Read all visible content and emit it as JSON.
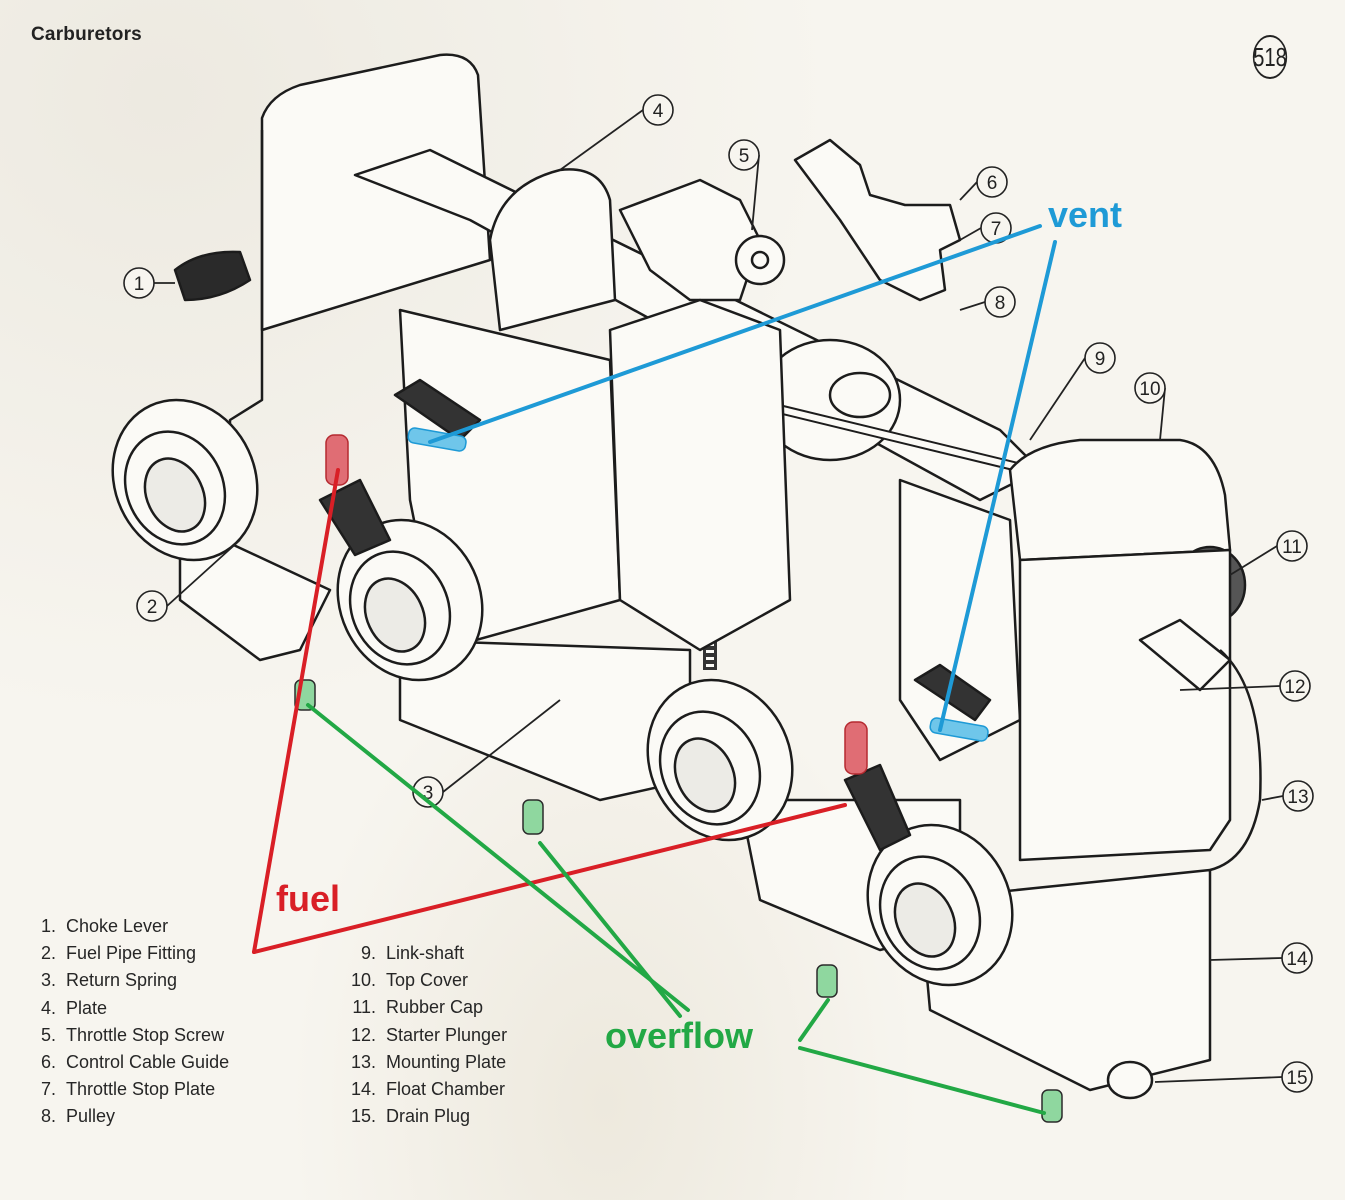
{
  "page": {
    "title": "Carburetors",
    "page_number": "518"
  },
  "callouts": [
    {
      "number": "1",
      "part": "Choke Lever"
    },
    {
      "number": "2",
      "part": "Fuel Pipe Fitting"
    },
    {
      "number": "3",
      "part": "Return Spring"
    },
    {
      "number": "4",
      "part": "Plate"
    },
    {
      "number": "5",
      "part": "Throttle Stop Screw"
    },
    {
      "number": "6",
      "part": "Control Cable Guide"
    },
    {
      "number": "7",
      "part": "Throttle Stop Plate"
    },
    {
      "number": "8",
      "part": "Pulley"
    },
    {
      "number": "9",
      "part": "Link-shaft"
    },
    {
      "number": "10",
      "part": "Top Cover"
    },
    {
      "number": "11",
      "part": "Rubber Cap"
    },
    {
      "number": "12",
      "part": "Starter Plunger"
    },
    {
      "number": "13",
      "part": "Mounting Plate"
    },
    {
      "number": "14",
      "part": "Float Chamber"
    },
    {
      "number": "15",
      "part": "Drain Plug"
    }
  ],
  "legend": {
    "left": [
      {
        "num": "1.",
        "label": "Choke Lever"
      },
      {
        "num": "2.",
        "label": "Fuel Pipe Fitting"
      },
      {
        "num": "3.",
        "label": "Return Spring"
      },
      {
        "num": "4.",
        "label": "Plate"
      },
      {
        "num": "5.",
        "label": "Throttle Stop Screw"
      },
      {
        "num": "6.",
        "label": "Control Cable Guide"
      },
      {
        "num": "7.",
        "label": "Throttle Stop Plate"
      },
      {
        "num": "8.",
        "label": "Pulley"
      }
    ],
    "right": [
      {
        "num": "9.",
        "label": "Link-shaft"
      },
      {
        "num": "10.",
        "label": "Top Cover"
      },
      {
        "num": "11.",
        "label": "Rubber Cap"
      },
      {
        "num": "12.",
        "label": "Starter Plunger"
      },
      {
        "num": "13.",
        "label": "Mounting Plate"
      },
      {
        "num": "14.",
        "label": "Float Chamber"
      },
      {
        "num": "15.",
        "label": "Drain Plug"
      }
    ]
  },
  "annotations": {
    "vent": {
      "label": "vent",
      "color": "#1e9ad6"
    },
    "fuel": {
      "label": "fuel",
      "color": "#d91f26"
    },
    "overflow": {
      "label": "overflow",
      "color": "#22a845"
    }
  }
}
